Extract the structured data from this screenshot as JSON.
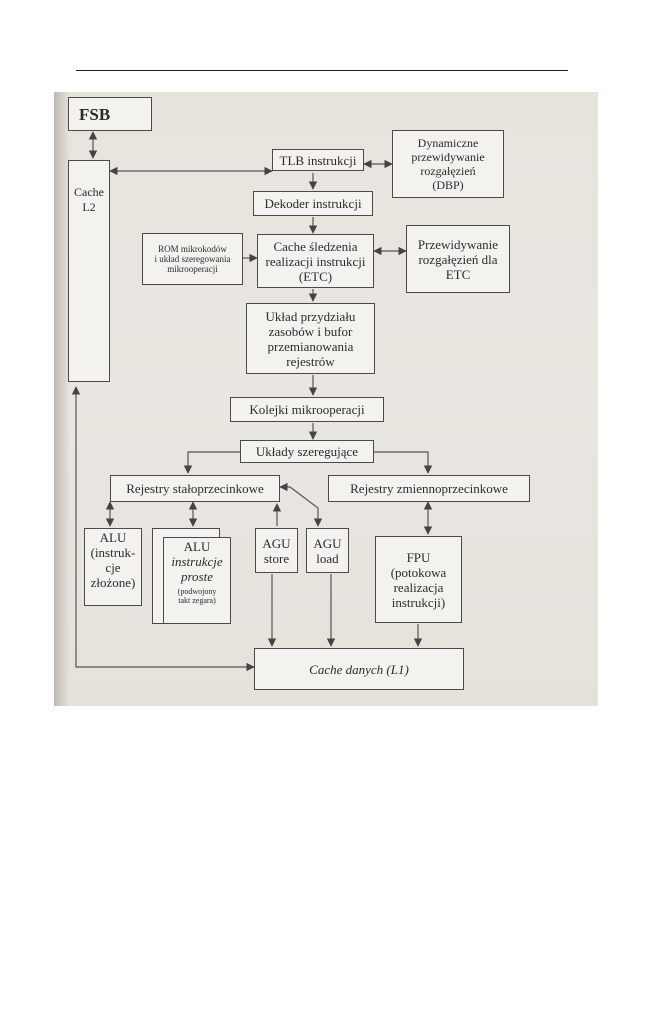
{
  "nodes": {
    "fsb": "FSB",
    "cache_l2": "Cache\nL2",
    "tlb": "TLB instrukcji",
    "dbp": "Dynamiczne\nprzewidywanie\nrozgałęzień\n(DBP)",
    "dekoder": "Dekoder instrukcji",
    "rom": "ROM mikrokodów\ni układ szeregowania\nmikrooperacji",
    "etc": "Cache śledzenia\nrealizacji instrukcji\n(ETC)",
    "pred_etc": "Przewidywanie\nrozgałęzień dla\nETC",
    "alloc": "Układ przydziału\nzasobów i bufor\nprzemianowania\nrejestrów",
    "queues": "Kolejki mikrooperacji",
    "sched": "Układy szeregujące",
    "int_regs": "Rejestry stałoprzecinkowe",
    "fp_regs": "Rejestry zmiennoprzecinkowe",
    "alu_complex": "ALU\n(instruk-\ncje\nzłożone)",
    "alu_simple_title": "ALU",
    "alu_simple_sub": "instrukcje\nproste",
    "alu_simple_note": "(podwojony\ntakt zegara)",
    "agu_store": "AGU\nstore",
    "agu_load": "AGU\nload",
    "fpu": "FPU\n(potokowa\nrealizacja\ninstrukcji)",
    "cache_l1": "Cache danych (L1)"
  }
}
